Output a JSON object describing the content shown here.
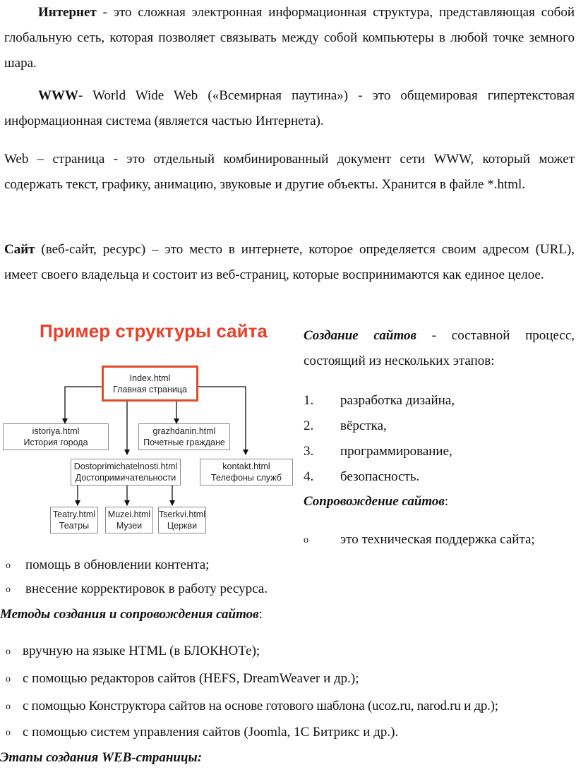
{
  "p1": {
    "term": "Интернет",
    "text": " - это сложная электронная информационная структура, представляющая собой глобальную сеть, которая позволяет связывать между собой компьютеры в любой точке земного шара."
  },
  "p2": {
    "term": "WWW",
    "text": "- World Wide Web («Всемирная паутина») - это общемировая гипертекстовая информационная система (является частью Интернета)."
  },
  "p3": {
    "text": "Web – страница - это отдельный комбинированный документ сети WWW, который может содержать текст, графику, анимацию, звуковые и другие объекты. Хранится в файле *.html."
  },
  "p4": {
    "term": "Сайт",
    "text": " (веб-сайт, ресурс) – это место в интернете, которое определяется своим адресом (URL), имеет своего владельца и состоит из веб-страниц, которые воспринимаются как единое целое."
  },
  "diagram": {
    "title": "Пример структуры  сайта",
    "main": {
      "file": "Index.html",
      "label": "Главная страница"
    },
    "istoriya": {
      "file": "istoriya.html",
      "label": "История города"
    },
    "grazhdanin": {
      "file": "grazhdanin.html",
      "label": "Почетные граждане"
    },
    "dostop": {
      "file": "Dostoprimichatelnosti.html",
      "label": "Достопримичательности"
    },
    "kontakt": {
      "file": "kontakt.html",
      "label": "Телефоны служб"
    },
    "teatry": {
      "file": "Teatry.html",
      "label": "Театры"
    },
    "muzei": {
      "file": "Muzei.html",
      "label": "Музеи"
    },
    "tserkvi": {
      "file": "Tserkvi.html",
      "label": "Церкви"
    }
  },
  "creation": {
    "heading": "Создание сайтов",
    "text": " - составной процесс, состоящий из нескольких этапов:",
    "steps": [
      {
        "num": "1.",
        "text": "разработка дизайна,"
      },
      {
        "num": "2.",
        "text": "вёрстка,"
      },
      {
        "num": "3.",
        "text": "программирование,"
      },
      {
        "num": "4.",
        "text": "безопасность."
      }
    ]
  },
  "support": {
    "heading": "Сопровождение сайтов",
    "colon": ":",
    "marker": "o",
    "items": [
      "это техническая поддержка сайта;",
      "помощь в обновлении контента;",
      "внесение корректировок в работу ресурса."
    ]
  },
  "methods": {
    "heading": "Методы создания и сопровождения сайтов",
    "colon": ":",
    "items": [
      "вручную на языке HTML (в БЛОКНОТе);",
      "с помощью редакторов сайтов (HEFS, DreamWeaver и др.);",
      "с помощью Конструктора сайтов на основе готового шаблона (ucoz.ru, narod.ru и др.);",
      "с помощью систем управления сайтов (Joomla, 1С Битрикс и др.)."
    ]
  },
  "stages": {
    "heading": "Этапы создания WEB-страницы:"
  }
}
